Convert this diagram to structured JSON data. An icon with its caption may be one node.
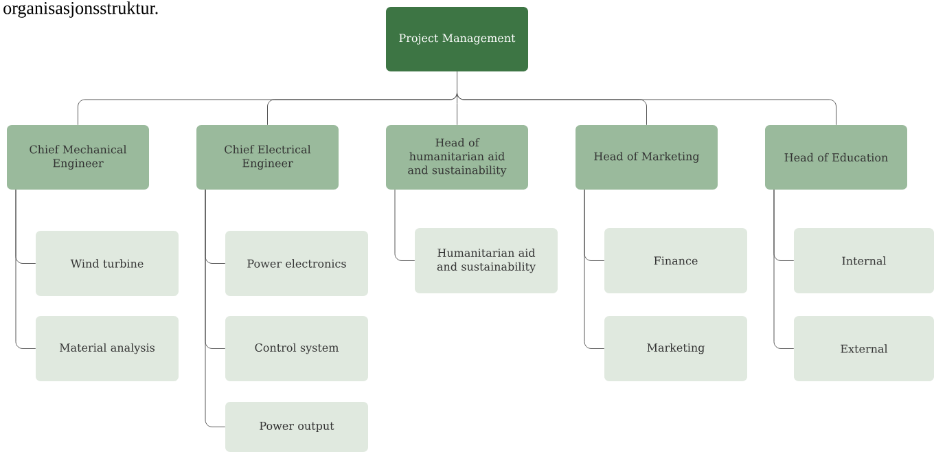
{
  "diagram": {
    "nodes": [
      {
        "text": [
          "Project Management"
        ]
      },
      {
        "text": [
          "Chief Mechanical Engineer"
        ]
      },
      {
        "text": [
          "Chief Electrical Engineer"
        ]
      },
      {
        "text": [
          "Head of humanitarian aid and sustainability"
        ]
      },
      {
        "text": [
          "Head of Marketing"
        ]
      },
      {
        "text": [
          "Head of Education"
        ]
      },
      {
        "text": [
          "Wind turbine"
        ]
      },
      {
        "text": [
          "Material analysis"
        ]
      },
      {
        "text": [
          "Power electronics"
        ]
      },
      {
        "text": [
          "Control system"
        ]
      },
      {
        "text": [
          "Power output"
        ]
      },
      {
        "text": [
          "Humanitarian aid and sustainability"
        ]
      },
      {
        "text": [
          "Finance"
        ]
      },
      {
        "text": [
          "Marketing"
        ]
      },
      {
        "text": [
          "Internal"
        ]
      },
      {
        "text": [
          "External"
        ]
      }
    ],
    "edges": [
      {
        "from": 0,
        "to": 1,
        "arrow": "none"
      },
      {
        "from": 0,
        "to": 2,
        "arrow": "none"
      },
      {
        "from": 0,
        "to": 3,
        "arrow": "none"
      },
      {
        "from": 0,
        "to": 4,
        "arrow": "none"
      },
      {
        "from": 0,
        "to": 5,
        "arrow": "none"
      },
      {
        "from": 1,
        "to": 6,
        "arrow": "none"
      },
      {
        "from": 1,
        "to": 7,
        "arrow": "none"
      },
      {
        "from": 2,
        "to": 8,
        "arrow": "none"
      },
      {
        "from": 2,
        "to": 9,
        "arrow": "none"
      },
      {
        "from": 2,
        "to": 10,
        "arrow": "none"
      },
      {
        "from": 3,
        "to": 11,
        "arrow": "none"
      },
      {
        "from": 4,
        "to": 12,
        "arrow": "none"
      },
      {
        "from": 4,
        "to": 13,
        "arrow": "none"
      },
      {
        "from": 5,
        "to": 14,
        "arrow": "none"
      },
      {
        "from": 5,
        "to": 15,
        "arrow": "none"
      }
    ],
    "labels": [
      "organisasjonsstruktur."
    ]
  }
}
